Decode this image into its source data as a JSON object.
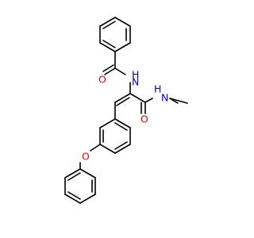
{
  "molecule": {
    "atoms": [
      {
        "id": "o1",
        "label": "O",
        "color": "#ff0000"
      },
      {
        "id": "h_n1",
        "label": "H",
        "color": "#0000ff"
      },
      {
        "id": "n1",
        "label": "N",
        "color": "#0000ff"
      },
      {
        "id": "h_n2",
        "label": "H",
        "color": "#0000ff"
      },
      {
        "id": "n2",
        "label": "N",
        "color": "#0000ff"
      },
      {
        "id": "o2",
        "label": "O",
        "color": "#ff0000"
      },
      {
        "id": "o3",
        "label": "O",
        "color": "#ff0000"
      }
    ],
    "bond_color": "#000000"
  }
}
